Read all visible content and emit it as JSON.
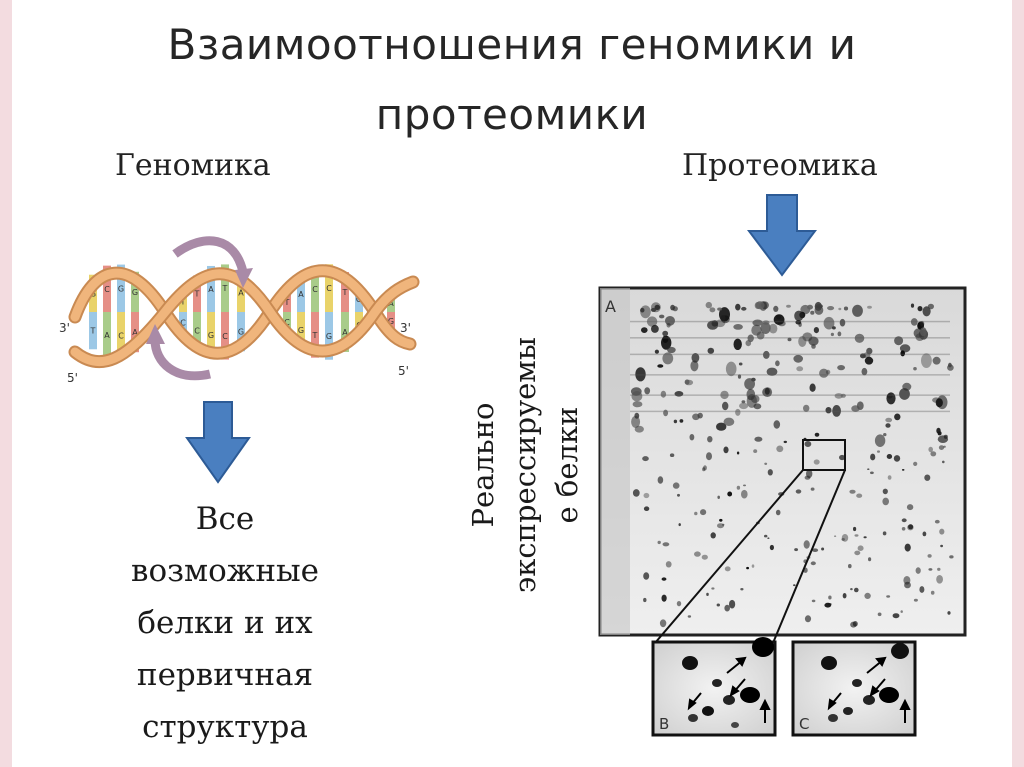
{
  "slide": {
    "title": "Взаимоотношения геномики и протеомики",
    "genomics_heading": "Геномика",
    "proteomics_heading": "Протеомика",
    "genomics_result_lines": [
      "Все",
      "возможные",
      "белки и их",
      "первичная",
      "структура"
    ],
    "proteomics_caption_lines": [
      "Реально",
      "экспрессируемы",
      "е белки"
    ]
  },
  "dna": {
    "end_labels": {
      "left_top": "3'",
      "left_bottom": "5'",
      "right_top": "3'",
      "right_bottom": "5'"
    },
    "bases": [
      "G",
      "T",
      "C",
      "A",
      "G",
      "C",
      "G",
      "A",
      "T",
      "C",
      "T",
      "C",
      "A",
      "G",
      "T",
      "C",
      "A",
      "G",
      "T",
      "C",
      "A",
      "G",
      "C",
      "T",
      "C",
      "G",
      "T",
      "A",
      "G",
      "C",
      "A",
      "G"
    ]
  },
  "gel": {
    "main_panel_label": "A",
    "zoom_panel_labels": [
      "B",
      "C"
    ]
  },
  "colors": {
    "arrow_blue": "#4a7fc0",
    "arrow_blue_border": "#2d5b96",
    "helix_strand": "#e8a468",
    "curved_arrow": "#a98aa7"
  }
}
